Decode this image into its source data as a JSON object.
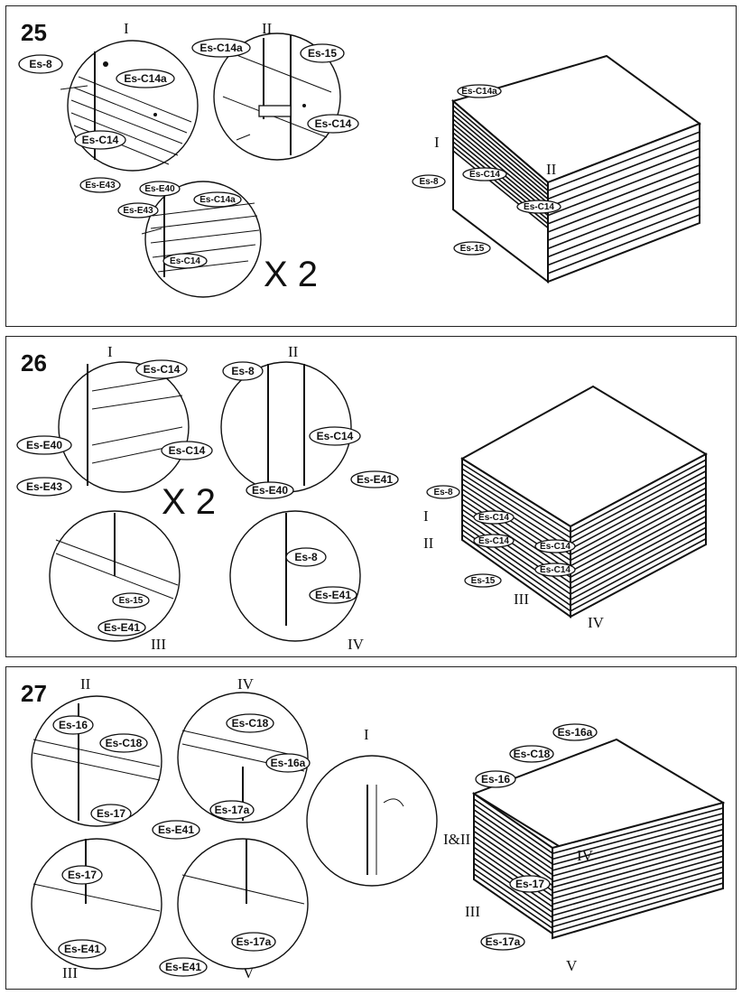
{
  "steps": [
    {
      "number": "25",
      "detail_labels": [
        "I",
        "II"
      ],
      "parts": {
        "es8": "Es-8",
        "esc14a_1": "Es-C14a",
        "esc14_1": "Es-C14",
        "ese43_1": "Es-E43",
        "esc14a_2": "Es-C14a",
        "es15": "Es-15",
        "esc14_2": "Es-C14",
        "ese40": "Es-E40",
        "ese43_2": "Es-E43",
        "esc14a_3": "Es-C14a",
        "esc14_3": "Es-C14"
      },
      "multiplier": "X 2",
      "overview": {
        "c14a": "Es-C14a",
        "i": "I",
        "c14_1": "Es-C14",
        "ii": "II",
        "es8": "Es-8",
        "c14_2": "Es-C14",
        "es15": "Es-15"
      }
    },
    {
      "number": "26",
      "detail_labels": [
        "I",
        "II",
        "III",
        "IV"
      ],
      "parts": {
        "esc14_1": "Es-C14",
        "ese40_1": "Es-E40",
        "esc14_2": "Es-C14",
        "ese43": "Es-E43",
        "es8_1": "Es-8",
        "esc14_3": "Es-C14",
        "ese40_2": "Es-E40",
        "ese41_1": "Es-E41",
        "es15": "Es-15",
        "ese41_2": "Es-E41",
        "es8_2": "Es-8",
        "ese41_3": "Es-E41"
      },
      "multiplier": "X 2",
      "overview": {
        "es8": "Es-8",
        "i": "I",
        "c14_1": "Es-C14",
        "ii": "II",
        "c14_2": "Es-C14",
        "c14_3": "Es-C14",
        "c14_4": "Es-C14",
        "es15": "Es-15",
        "iii": "III",
        "iv": "IV"
      }
    },
    {
      "number": "27",
      "detail_labels": [
        "II",
        "IV",
        "I",
        "III",
        "V"
      ],
      "parts": {
        "es16": "Es-16",
        "esc18_1": "Es-C18",
        "es17_1": "Es-17",
        "esc18_2": "Es-C18",
        "es16a": "Es-16a",
        "es17a_1": "Es-17a",
        "ese41_1": "Es-E41",
        "es17_2": "Es-17",
        "ese41_2": "Es-E41",
        "es17a_2": "Es-17a",
        "ese41_3": "Es-E41"
      },
      "overview": {
        "c18": "Es-C18",
        "es16a": "Es-16a",
        "es16": "Es-16",
        "i_ii": "I&II",
        "iv": "IV",
        "es17": "Es-17",
        "iii": "III",
        "es17a": "Es-17a",
        "v": "V"
      }
    }
  ]
}
